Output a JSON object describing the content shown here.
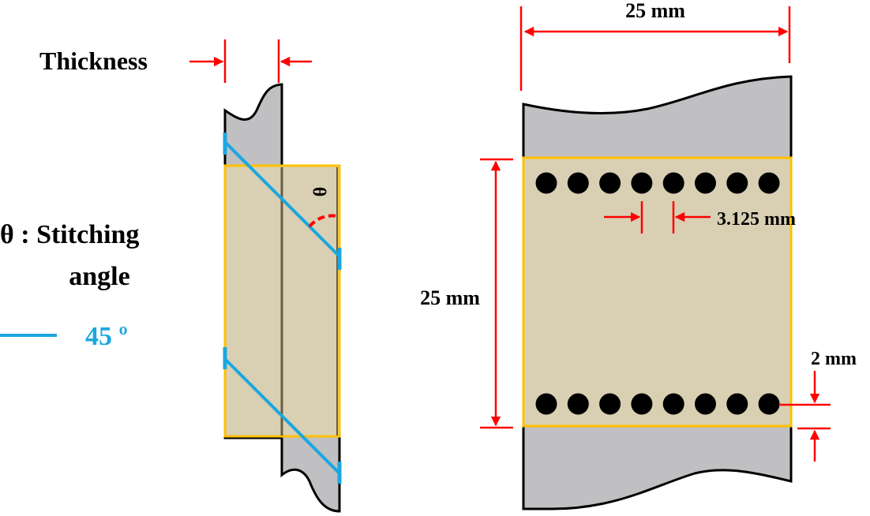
{
  "left_diagram": {
    "thickness_label": "Thickness",
    "theta_symbol": "θ",
    "legend_title_line1": "θ : Stitching",
    "legend_title_line2": "angle",
    "legend_value": "45 º",
    "stitch_angle_deg": 45
  },
  "right_diagram": {
    "width_label": "25 mm",
    "overlap_label": "25 mm",
    "pitch_label": "3.125 mm",
    "edge_distance_label": "2 mm",
    "stitches_per_row": 8,
    "rows": 2
  },
  "colors": {
    "adherend": "#c0bfc1",
    "overlap": "#d9d0b4",
    "overlap_border": "#ffc000",
    "stitch": "#1aa7e0",
    "dimension": "#ff0000"
  }
}
